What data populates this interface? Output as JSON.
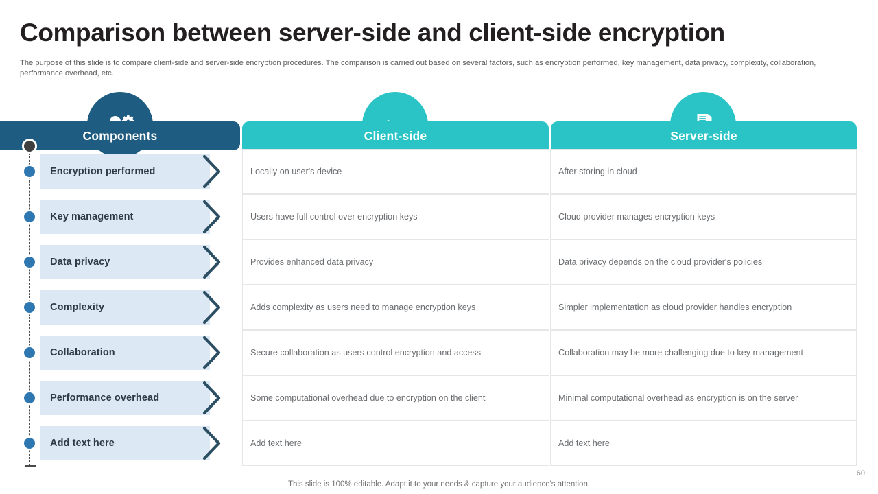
{
  "slide": {
    "title": "Comparison between server-side and client-side encryption",
    "subtitle": "The purpose of this slide is to compare client-side and server-side encryption procedures. The comparison is carried out based on several factors, such as encryption performed, key management, data privacy, complexity, collaboration, performance overhead, etc.",
    "footer_note": "This slide is 100% editable. Adapt it to your needs & capture your audience's attention.",
    "page_number": "60"
  },
  "colors": {
    "dark_blue": "#1f5c81",
    "teal": "#2ac4c6",
    "pill_blue": "#dce9f4",
    "dot_blue": "#2f77b0",
    "chevron": "#2d4f63"
  },
  "headers": [
    {
      "label": "Components",
      "icon": "lightbulb-gears-icon"
    },
    {
      "label": "Client-side",
      "icon": "monitor-code-gear-icon"
    },
    {
      "label": "Server-side",
      "icon": "server-rack-icon"
    }
  ],
  "table": {
    "rows": [
      {
        "component": "Encryption performed",
        "client": "Locally on user's device",
        "server": "After storing in cloud"
      },
      {
        "component": "Key management",
        "client": "Users have full control over encryption keys",
        "server": "Cloud provider manages encryption keys"
      },
      {
        "component": "Data privacy",
        "client": "Provides enhanced data privacy",
        "server": "Data privacy depends on the cloud provider's policies"
      },
      {
        "component": "Complexity",
        "client": "Adds complexity as users need to manage encryption keys",
        "server": "Simpler implementation as cloud provider handles encryption"
      },
      {
        "component": "Collaboration",
        "client": "Secure collaboration as users control encryption and access",
        "server": "Collaboration may be more challenging due to key management"
      },
      {
        "component": "Performance overhead",
        "client": "Some computational overhead due to encryption on the client",
        "server": "Minimal computational overhead as encryption is on the server"
      },
      {
        "component": "Add text here",
        "client": "Add text here",
        "server": "Add text here"
      }
    ]
  }
}
